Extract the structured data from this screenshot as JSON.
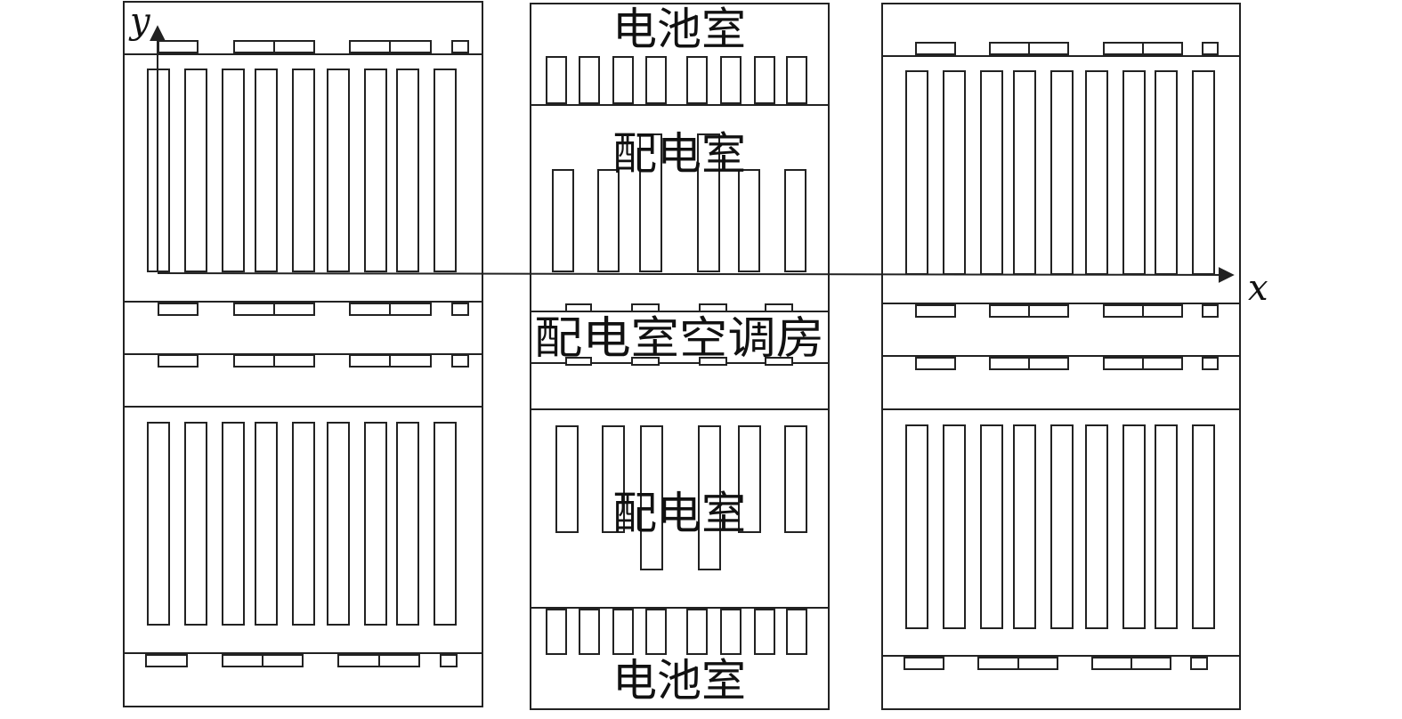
{
  "diagram": {
    "labels": {
      "battery_room_top": "电池室",
      "power_room_top": "配电室",
      "power_room_ac": "配电室空调房",
      "power_room_bottom": "配电室",
      "battery_room_bottom": "电池室"
    },
    "axes": {
      "x_label": "x",
      "y_label": "y"
    },
    "colors": {
      "stroke": "#222222",
      "background": "#ffffff"
    }
  }
}
